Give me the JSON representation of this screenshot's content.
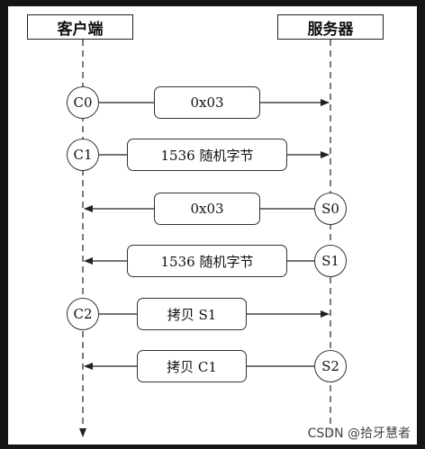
{
  "participants": {
    "client": "客户端",
    "server": "服务器"
  },
  "messages": [
    {
      "step_from": "C0",
      "label": "0x03",
      "direction": "client-to-server"
    },
    {
      "step_from": "C1",
      "label": "1536 随机字节",
      "direction": "client-to-server"
    },
    {
      "step_from": "S0",
      "label": "0x03",
      "direction": "server-to-client"
    },
    {
      "step_from": "S1",
      "label": "1536 随机字节",
      "direction": "server-to-client"
    },
    {
      "step_from": "C2",
      "label": "拷贝 S1",
      "direction": "client-to-server"
    },
    {
      "step_from": "S2",
      "label": "拷贝 C1",
      "direction": "server-to-client"
    }
  ],
  "watermark": "CSDN @拾牙慧者"
}
